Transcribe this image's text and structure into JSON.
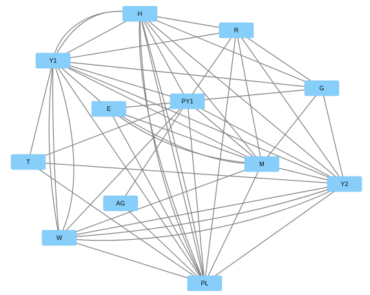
{
  "colors": {
    "node_fill": "#87cefa",
    "edge": "#808080",
    "background": "#ffffff"
  },
  "nodes": [
    {
      "id": "H",
      "label": "H"
    },
    {
      "id": "R",
      "label": "R"
    },
    {
      "id": "Y1",
      "label": "Y1"
    },
    {
      "id": "G",
      "label": "G"
    },
    {
      "id": "PY1",
      "label": "PY1"
    },
    {
      "id": "E",
      "label": "E"
    },
    {
      "id": "T",
      "label": "T"
    },
    {
      "id": "M",
      "label": "M"
    },
    {
      "id": "Y2",
      "label": "Y2"
    },
    {
      "id": "AG",
      "label": "AG"
    },
    {
      "id": "W",
      "label": "W"
    },
    {
      "id": "PL",
      "label": "PL"
    }
  ],
  "edges": [
    [
      "H",
      "Y1"
    ],
    [
      "H",
      "R"
    ],
    [
      "H",
      "PY1"
    ],
    [
      "H",
      "M"
    ],
    [
      "H",
      "Y2"
    ],
    [
      "H",
      "PL"
    ],
    [
      "H",
      "G"
    ],
    [
      "R",
      "Y1"
    ],
    [
      "R",
      "G"
    ],
    [
      "R",
      "PY1"
    ],
    [
      "R",
      "M"
    ],
    [
      "R",
      "Y2"
    ],
    [
      "R",
      "PL"
    ],
    [
      "Y1",
      "G"
    ],
    [
      "Y1",
      "PY1"
    ],
    [
      "Y1",
      "M"
    ],
    [
      "Y1",
      "Y2"
    ],
    [
      "Y1",
      "T"
    ],
    [
      "Y1",
      "PL"
    ],
    [
      "Y1",
      "E"
    ],
    [
      "G",
      "PY1"
    ],
    [
      "G",
      "M"
    ],
    [
      "G",
      "Y2"
    ],
    [
      "E",
      "PY1"
    ],
    [
      "E",
      "M"
    ],
    [
      "E",
      "PL"
    ],
    [
      "PY1",
      "T"
    ],
    [
      "PY1",
      "W"
    ],
    [
      "PY1",
      "AG"
    ],
    [
      "PY1",
      "PL"
    ],
    [
      "PY1",
      "M"
    ],
    [
      "PY1",
      "Y2"
    ],
    [
      "T",
      "Y2"
    ],
    [
      "T",
      "PL"
    ],
    [
      "M",
      "Y2"
    ],
    [
      "M",
      "W"
    ],
    [
      "M",
      "PL"
    ],
    [
      "Y2",
      "W"
    ],
    [
      "Y2",
      "PL"
    ],
    [
      "AG",
      "PL"
    ],
    [
      "W",
      "PL"
    ]
  ],
  "curved_edges": [
    [
      "H",
      "Y1"
    ],
    [
      "Y1",
      "W"
    ],
    [
      "H",
      "PL"
    ],
    [
      "Y1",
      "W"
    ],
    [
      "E",
      "M"
    ],
    [
      "Y2",
      "W"
    ]
  ]
}
